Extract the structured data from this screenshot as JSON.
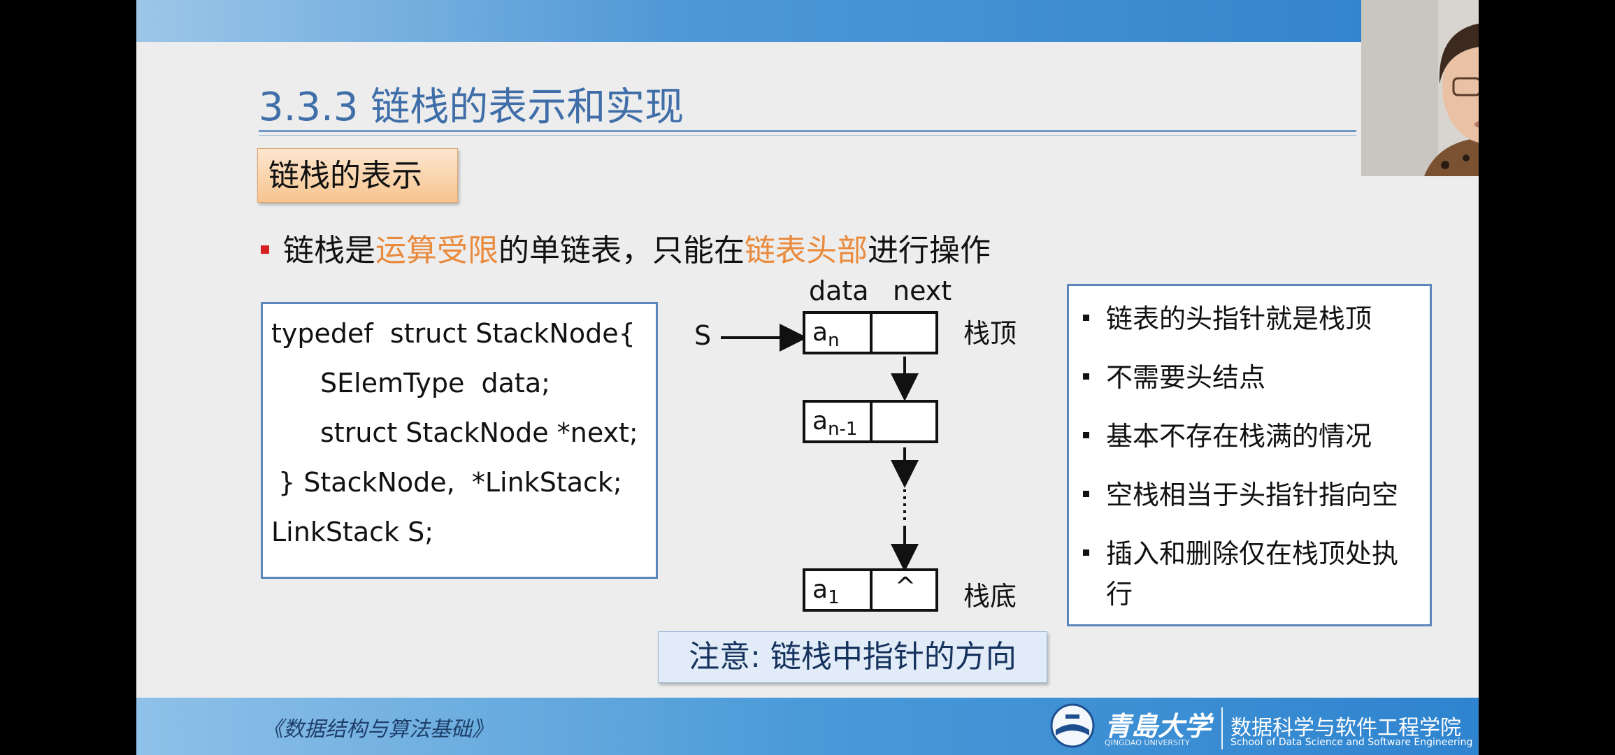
{
  "slide": {
    "title": "3.3.3 链栈的表示和实现",
    "section_tag": "链栈的表示",
    "bullet": {
      "part1": "链栈是",
      "highlight1": "运算受限",
      "part2": "的单链表，只能在",
      "highlight2": "链表头部",
      "part3": "进行操作"
    },
    "code_lines": [
      "typedef  struct StackNode{",
      "SElemType  data;",
      "struct StackNode *next;",
      "} StackNode,  *LinkStack;",
      "LinkStack S;"
    ],
    "diagram": {
      "header_data": "data",
      "header_next": "next",
      "pointer_label": "S",
      "top_label": "栈顶",
      "bottom_label": "栈底",
      "node_top": {
        "base": "a",
        "sub": "n"
      },
      "node_second": {
        "base": "a",
        "sub": "n-1"
      },
      "node_bottom": {
        "base": "a",
        "sub": "1",
        "next": "^"
      }
    },
    "notes": [
      "链表的头指针就是栈顶",
      "不需要头结点",
      "基本不存在栈满的情况",
      "空栈相当于头指针指向空",
      "插入和删除仅在栈顶处执",
      "行"
    ],
    "attention": "注意:  链栈中指针的方向",
    "footer": {
      "course": "《数据结构与算法基础》",
      "university": "青島大学",
      "university_en": "QINGDAO UNIVERSITY",
      "school_cn": "数据科学与软件工程学院",
      "school_en": "School of Data Science and Software Engineering"
    }
  },
  "colors": {
    "title": "#3f6ea8",
    "highlight": "#e98a3c",
    "bullet_square": "#d62020",
    "box_border": "#5d86bb",
    "band": "#2f82cc"
  }
}
